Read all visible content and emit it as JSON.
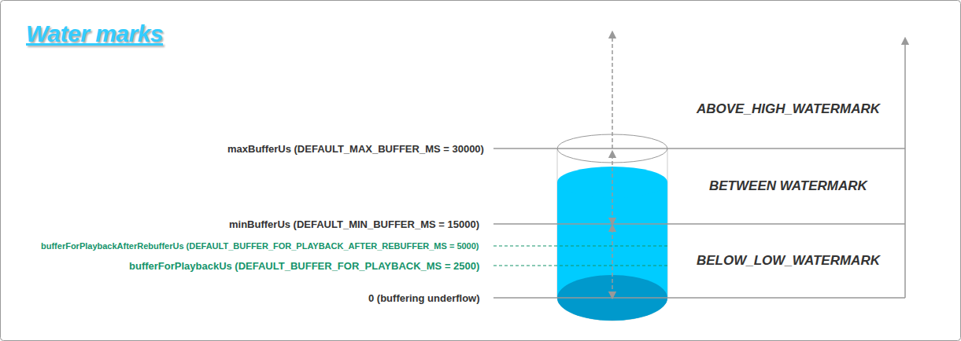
{
  "diagram": {
    "title": "Water marks",
    "labels": [
      "ABOVE_HIGH_WATERMARK",
      "maxBufferUs (DEFAULT_MAX_BUFFER_MS = 30000)",
      "BETWEEN WATERMARK",
      "minBufferUs (DEFAULT_MIN_BUFFER_MS = 15000)",
      "bufferForPlaybackAfterRebufferUs (DEFAULT_BUFFER_FOR_PLAYBACK_AFTER_REBUFFER_MS = 5000)",
      "BELOW_LOW_WATERMARK",
      "bufferForPlaybackUs (DEFAULT_BUFFER_FOR_PLAYBACK_MS = 2500)",
      "0 (buffering underflow)"
    ]
  }
}
